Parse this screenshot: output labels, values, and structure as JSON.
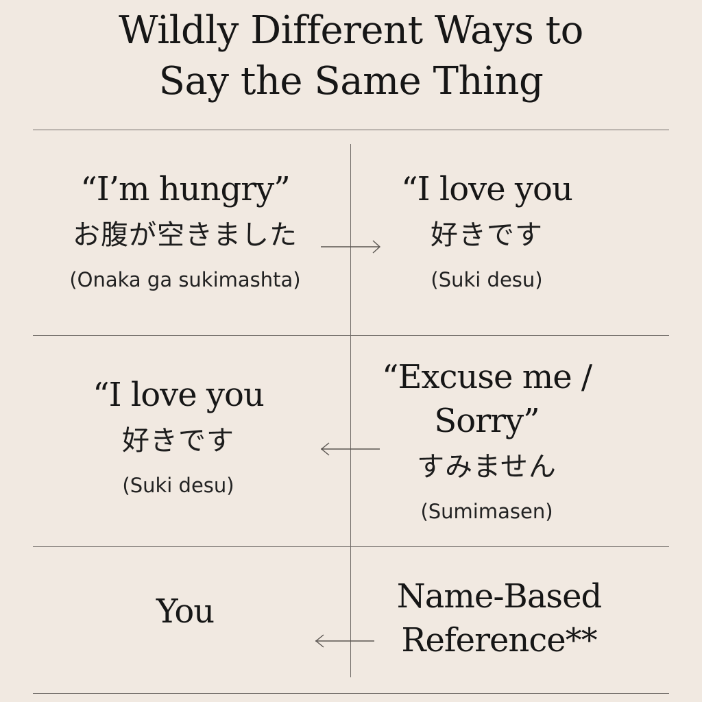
{
  "title": {
    "line1": "Wildly Different Ways to",
    "line2": "Say the Same Thing"
  },
  "cells": [
    {
      "english": "“I’m hungry”",
      "japanese": "お腹が空きました",
      "romaji": "(Onaka ga sukimashta)"
    },
    {
      "english": "“I love you",
      "japanese": "好きです",
      "romaji": "(Suki desu)"
    },
    {
      "english": "“I love you",
      "japanese": "好きです",
      "romaji": "(Suki desu)"
    },
    {
      "english_line1": "“Excuse me /",
      "english_line2": "Sorry”",
      "japanese": "すみません",
      "romaji": "(Sumimasen)"
    },
    {
      "english": "You"
    },
    {
      "english_line1": "Name-Based",
      "english_line2": "Reference**"
    }
  ],
  "arrows": [
    {
      "direction": "right"
    },
    {
      "direction": "left"
    },
    {
      "direction": "left"
    }
  ],
  "colors": {
    "background": "#f1e9e1",
    "text": "#161616",
    "rule": "#6f6a66"
  }
}
